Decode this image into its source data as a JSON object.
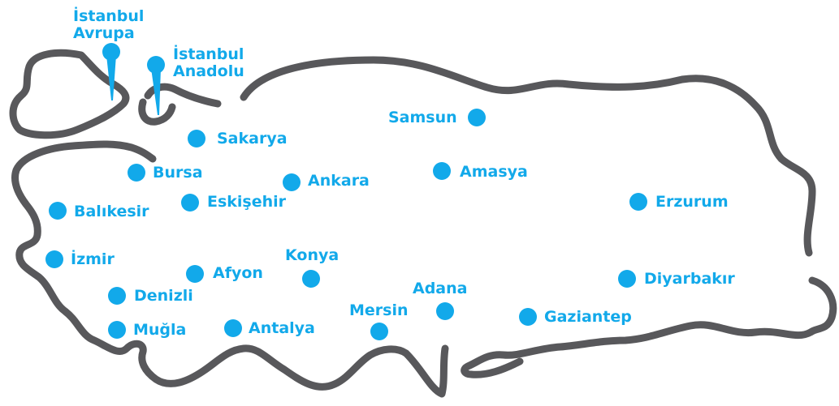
{
  "map": {
    "outline_color": "#58585b",
    "accent_color": "#12a9ea",
    "pins": [
      {
        "id": "istanbul-avrupa",
        "line1": "İstanbul",
        "line2": "Avrupa",
        "icon": "map-pin-icon"
      },
      {
        "id": "istanbul-anadolu",
        "line1": "İstanbul",
        "line2": "Anadolu",
        "icon": "map-pin-icon"
      }
    ],
    "cities": [
      {
        "id": "sakarya",
        "label": "Sakarya"
      },
      {
        "id": "samsun",
        "label": "Samsun"
      },
      {
        "id": "bursa",
        "label": "Bursa"
      },
      {
        "id": "ankara",
        "label": "Ankara"
      },
      {
        "id": "amasya",
        "label": "Amasya"
      },
      {
        "id": "eskisehir",
        "label": "Eskişehir"
      },
      {
        "id": "balikesir",
        "label": "Balıkesir"
      },
      {
        "id": "erzurum",
        "label": "Erzurum"
      },
      {
        "id": "izmir",
        "label": "İzmir"
      },
      {
        "id": "konya",
        "label": "Konya"
      },
      {
        "id": "afyon",
        "label": "Afyon"
      },
      {
        "id": "diyarbakir",
        "label": "Diyarbakır"
      },
      {
        "id": "denizli",
        "label": "Denizli"
      },
      {
        "id": "adana",
        "label": "Adana"
      },
      {
        "id": "mersin",
        "label": "Mersin"
      },
      {
        "id": "gaziantep",
        "label": "Gaziantep"
      },
      {
        "id": "mugla",
        "label": "Muğla"
      },
      {
        "id": "antalya",
        "label": "Antalya"
      }
    ]
  }
}
